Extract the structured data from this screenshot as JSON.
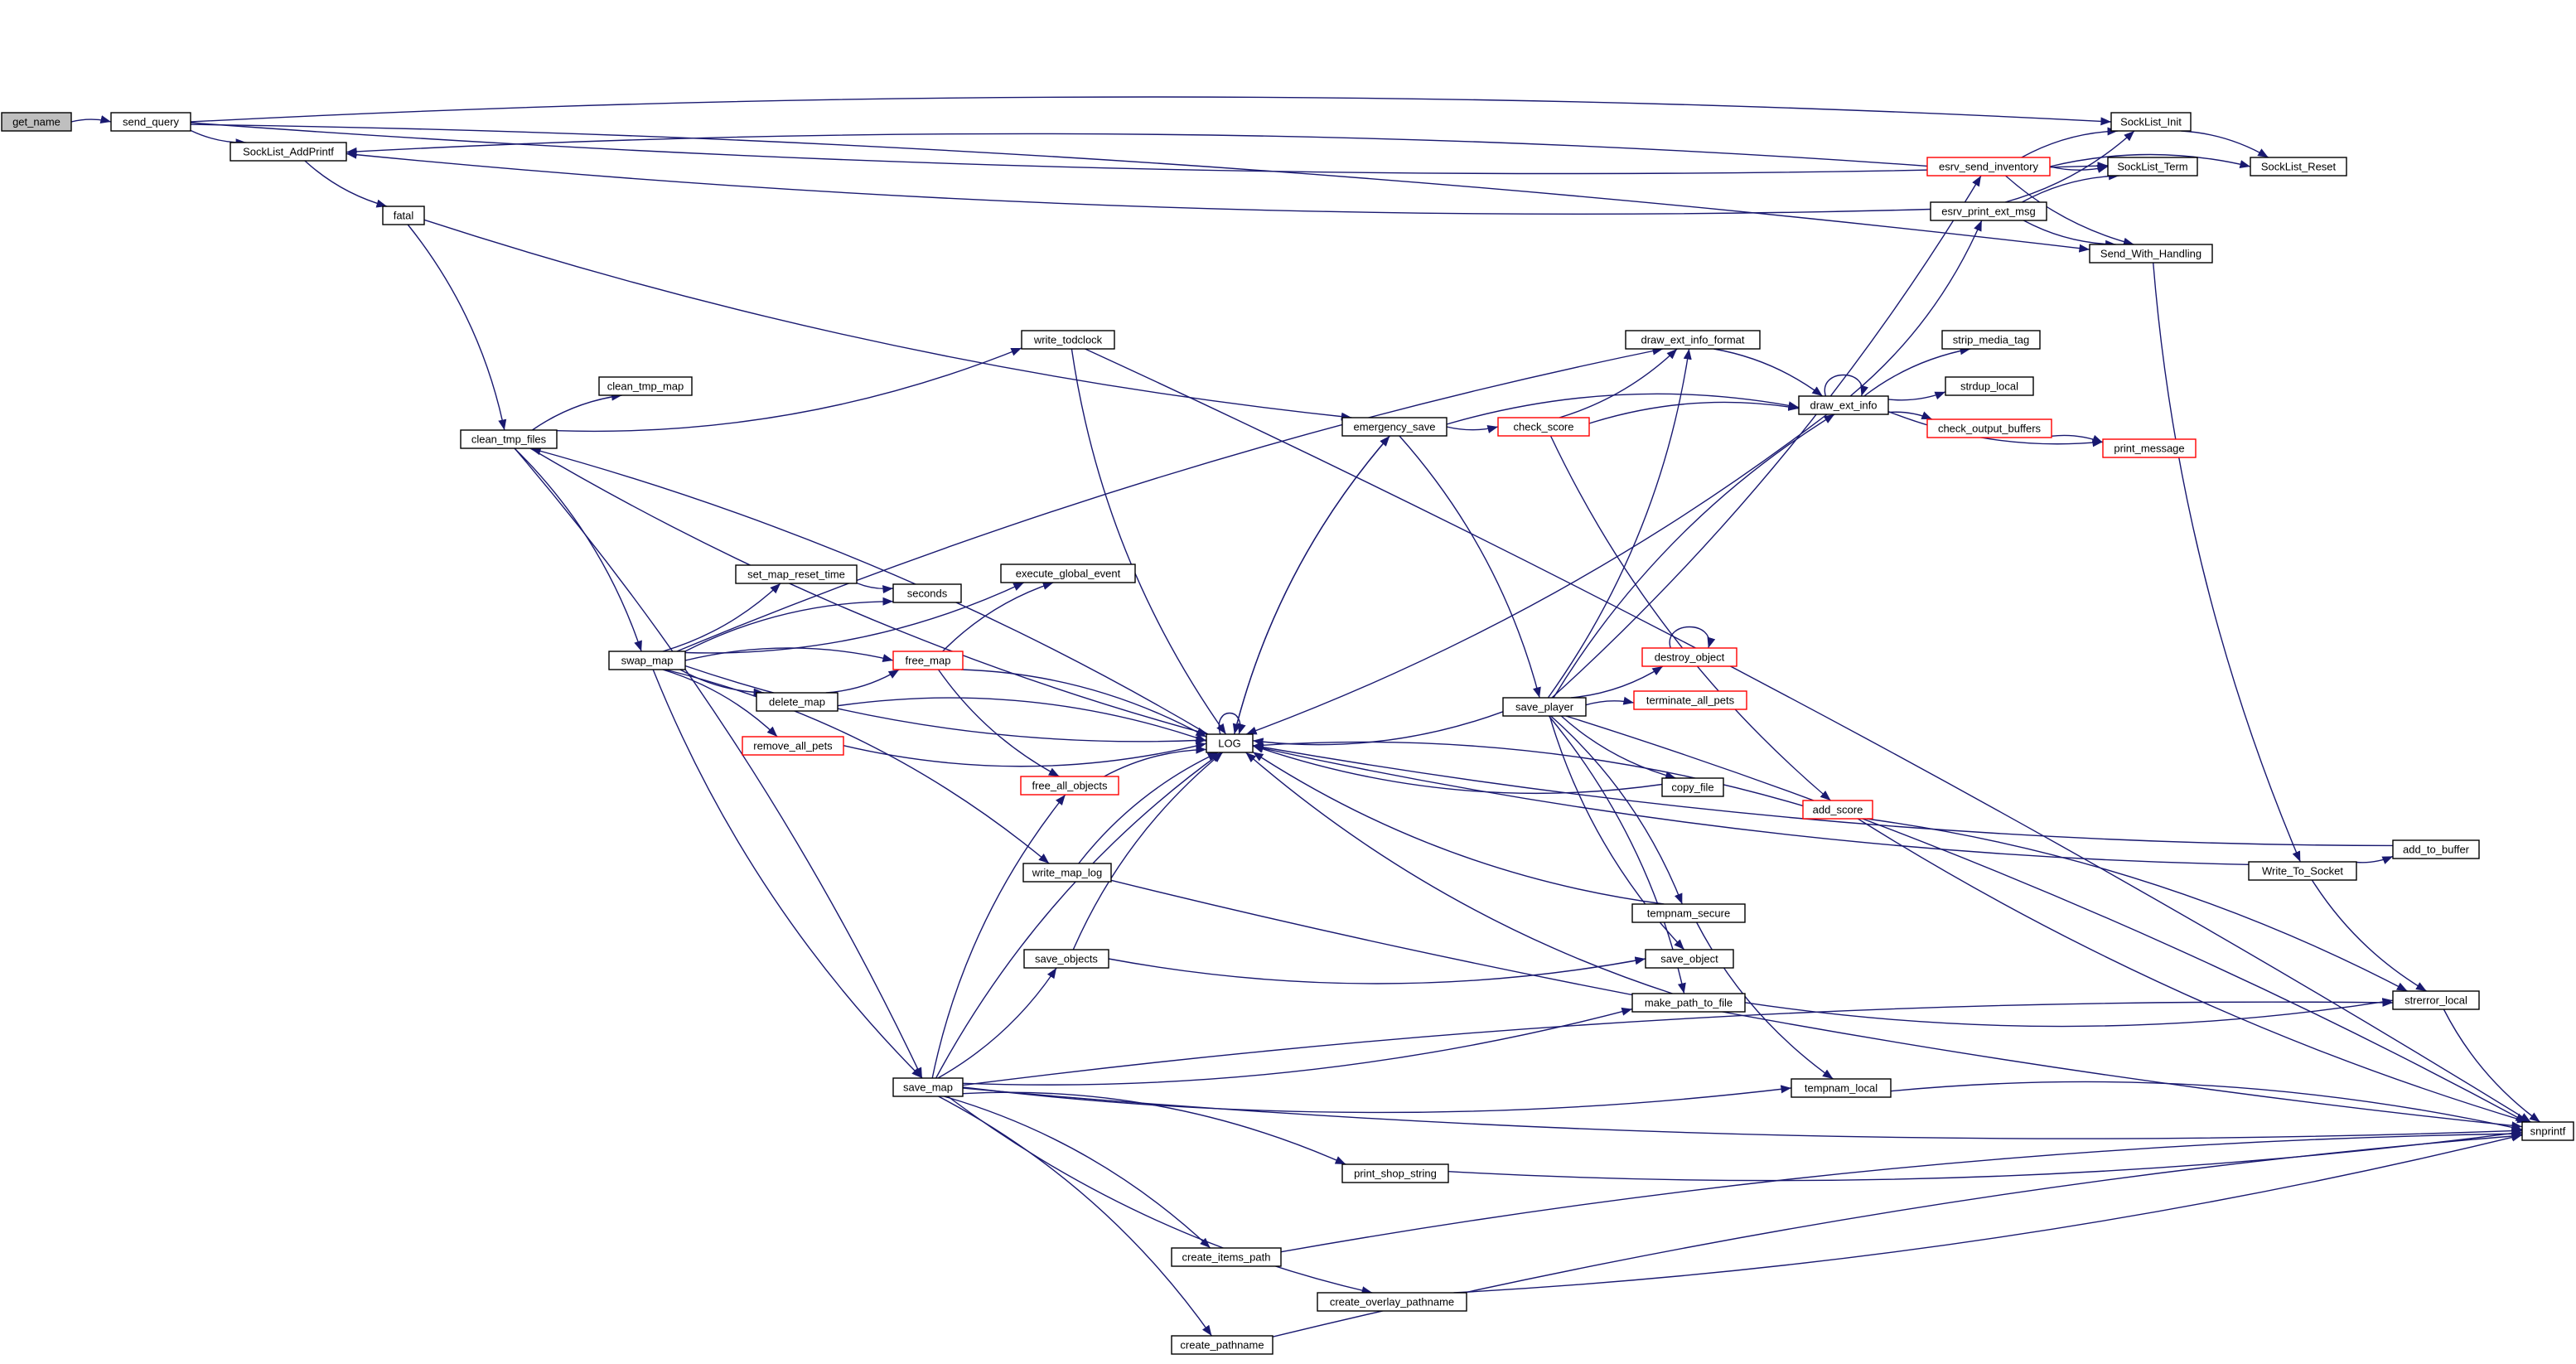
{
  "graph": {
    "title": "",
    "colors": {
      "edge": "#191970",
      "node_border": "#000000",
      "truncated_border": "#ff0000",
      "root_fill": "#bfbfbf",
      "node_fill": "#ffffff"
    },
    "nodes": [
      {
        "id": "get_name",
        "label": "get_name",
        "style": "root"
      },
      {
        "id": "send_query",
        "label": "send_query",
        "style": "normal"
      },
      {
        "id": "SockList_AddPrintf",
        "label": "SockList_AddPrintf",
        "style": "normal"
      },
      {
        "id": "fatal",
        "label": "fatal",
        "style": "normal"
      },
      {
        "id": "clean_tmp_files",
        "label": "clean_tmp_files",
        "style": "normal"
      },
      {
        "id": "clean_tmp_map",
        "label": "clean_tmp_map",
        "style": "normal"
      },
      {
        "id": "write_todclock",
        "label": "write_todclock",
        "style": "normal"
      },
      {
        "id": "swap_map",
        "label": "swap_map",
        "style": "normal"
      },
      {
        "id": "set_map_reset_time",
        "label": "set_map_reset_time",
        "style": "normal"
      },
      {
        "id": "seconds",
        "label": "seconds",
        "style": "normal"
      },
      {
        "id": "execute_global_event",
        "label": "execute_global_event",
        "style": "normal"
      },
      {
        "id": "free_map",
        "label": "free_map",
        "style": "truncated"
      },
      {
        "id": "delete_map",
        "label": "delete_map",
        "style": "normal"
      },
      {
        "id": "remove_all_pets",
        "label": "remove_all_pets",
        "style": "truncated"
      },
      {
        "id": "free_all_objects",
        "label": "free_all_objects",
        "style": "truncated"
      },
      {
        "id": "LOG",
        "label": "LOG",
        "style": "normal"
      },
      {
        "id": "write_map_log",
        "label": "write_map_log",
        "style": "normal"
      },
      {
        "id": "save_objects",
        "label": "save_objects",
        "style": "normal"
      },
      {
        "id": "save_map",
        "label": "save_map",
        "style": "normal"
      },
      {
        "id": "emergency_save",
        "label": "emergency_save",
        "style": "normal"
      },
      {
        "id": "check_score",
        "label": "check_score",
        "style": "truncated"
      },
      {
        "id": "draw_ext_info_format",
        "label": "draw_ext_info_format",
        "style": "normal"
      },
      {
        "id": "draw_ext_info",
        "label": "draw_ext_info",
        "style": "normal"
      },
      {
        "id": "save_player",
        "label": "save_player",
        "style": "normal"
      },
      {
        "id": "destroy_object",
        "label": "destroy_object",
        "style": "truncated"
      },
      {
        "id": "terminate_all_pets",
        "label": "terminate_all_pets",
        "style": "truncated"
      },
      {
        "id": "copy_file",
        "label": "copy_file",
        "style": "normal"
      },
      {
        "id": "add_score",
        "label": "add_score",
        "style": "truncated"
      },
      {
        "id": "tempnam_secure",
        "label": "tempnam_secure",
        "style": "normal"
      },
      {
        "id": "save_object",
        "label": "save_object",
        "style": "normal"
      },
      {
        "id": "make_path_to_file",
        "label": "make_path_to_file",
        "style": "normal"
      },
      {
        "id": "tempnam_local",
        "label": "tempnam_local",
        "style": "normal"
      },
      {
        "id": "print_shop_string",
        "label": "print_shop_string",
        "style": "normal"
      },
      {
        "id": "create_items_path",
        "label": "create_items_path",
        "style": "normal"
      },
      {
        "id": "create_overlay_pathname",
        "label": "create_overlay_pathname",
        "style": "normal"
      },
      {
        "id": "create_pathname",
        "label": "create_pathname",
        "style": "normal"
      },
      {
        "id": "esrv_send_inventory",
        "label": "esrv_send_inventory",
        "style": "truncated"
      },
      {
        "id": "esrv_print_ext_msg",
        "label": "esrv_print_ext_msg",
        "style": "normal"
      },
      {
        "id": "SockList_Init",
        "label": "SockList_Init",
        "style": "normal"
      },
      {
        "id": "SockList_Term",
        "label": "SockList_Term",
        "style": "normal"
      },
      {
        "id": "SockList_Reset",
        "label": "SockList_Reset",
        "style": "normal"
      },
      {
        "id": "Send_With_Handling",
        "label": "Send_With_Handling",
        "style": "normal"
      },
      {
        "id": "strip_media_tag",
        "label": "strip_media_tag",
        "style": "normal"
      },
      {
        "id": "strdup_local",
        "label": "strdup_local",
        "style": "normal"
      },
      {
        "id": "check_output_buffers",
        "label": "check_output_buffers",
        "style": "truncated"
      },
      {
        "id": "print_message",
        "label": "print_message",
        "style": "truncated"
      },
      {
        "id": "Write_To_Socket",
        "label": "Write_To_Socket",
        "style": "normal"
      },
      {
        "id": "add_to_buffer",
        "label": "add_to_buffer",
        "style": "normal"
      },
      {
        "id": "strerror_local",
        "label": "strerror_local",
        "style": "normal"
      },
      {
        "id": "snprintf",
        "label": "snprintf",
        "style": "normal"
      }
    ],
    "edges": [
      [
        "get_name",
        "send_query"
      ],
      [
        "send_query",
        "SockList_AddPrintf"
      ],
      [
        "send_query",
        "SockList_Init"
      ],
      [
        "send_query",
        "SockList_Term"
      ],
      [
        "send_query",
        "Send_With_Handling"
      ],
      [
        "SockList_AddPrintf",
        "fatal"
      ],
      [
        "fatal",
        "clean_tmp_files"
      ],
      [
        "fatal",
        "emergency_save"
      ],
      [
        "clean_tmp_files",
        "clean_tmp_map"
      ],
      [
        "clean_tmp_files",
        "write_todclock"
      ],
      [
        "clean_tmp_files",
        "swap_map"
      ],
      [
        "clean_tmp_files",
        "LOG"
      ],
      [
        "clean_tmp_files",
        "save_map"
      ],
      [
        "write_todclock",
        "LOG"
      ],
      [
        "write_todclock",
        "snprintf"
      ],
      [
        "swap_map",
        "set_map_reset_time"
      ],
      [
        "swap_map",
        "seconds"
      ],
      [
        "swap_map",
        "execute_global_event"
      ],
      [
        "swap_map",
        "free_map"
      ],
      [
        "swap_map",
        "delete_map"
      ],
      [
        "swap_map",
        "remove_all_pets"
      ],
      [
        "swap_map",
        "LOG"
      ],
      [
        "swap_map",
        "write_map_log"
      ],
      [
        "swap_map",
        "save_map"
      ],
      [
        "swap_map",
        "draw_ext_info_format"
      ],
      [
        "set_map_reset_time",
        "seconds"
      ],
      [
        "free_map",
        "execute_global_event"
      ],
      [
        "free_map",
        "free_all_objects"
      ],
      [
        "free_map",
        "LOG"
      ],
      [
        "delete_map",
        "free_map"
      ],
      [
        "delete_map",
        "LOG"
      ],
      [
        "remove_all_pets",
        "LOG"
      ],
      [
        "free_all_objects",
        "LOG"
      ],
      [
        "LOG",
        "clean_tmp_files"
      ],
      [
        "LOG",
        "emergency_save"
      ],
      [
        "LOG",
        "LOG"
      ],
      [
        "write_map_log",
        "LOG"
      ],
      [
        "write_map_log",
        "snprintf"
      ],
      [
        "save_objects",
        "LOG"
      ],
      [
        "save_objects",
        "save_object"
      ],
      [
        "save_map",
        "free_all_objects"
      ],
      [
        "save_map",
        "save_objects"
      ],
      [
        "save_map",
        "LOG"
      ],
      [
        "save_map",
        "make_path_to_file"
      ],
      [
        "save_map",
        "strerror_local"
      ],
      [
        "save_map",
        "tempnam_local"
      ],
      [
        "save_map",
        "print_shop_string"
      ],
      [
        "save_map",
        "snprintf"
      ],
      [
        "save_map",
        "create_items_path"
      ],
      [
        "save_map",
        "create_overlay_pathname"
      ],
      [
        "save_map",
        "create_pathname"
      ],
      [
        "emergency_save",
        "check_score"
      ],
      [
        "emergency_save",
        "save_player"
      ],
      [
        "emergency_save",
        "LOG"
      ],
      [
        "emergency_save",
        "draw_ext_info"
      ],
      [
        "check_score",
        "draw_ext_info_format"
      ],
      [
        "check_score",
        "draw_ext_info"
      ],
      [
        "check_score",
        "add_score"
      ],
      [
        "draw_ext_info_format",
        "draw_ext_info"
      ],
      [
        "draw_ext_info",
        "draw_ext_info"
      ],
      [
        "draw_ext_info",
        "LOG"
      ],
      [
        "draw_ext_info",
        "esrv_print_ext_msg"
      ],
      [
        "draw_ext_info",
        "strip_media_tag"
      ],
      [
        "draw_ext_info",
        "strdup_local"
      ],
      [
        "draw_ext_info",
        "check_output_buffers"
      ],
      [
        "draw_ext_info",
        "print_message"
      ],
      [
        "save_player",
        "LOG"
      ],
      [
        "save_player",
        "destroy_object"
      ],
      [
        "save_player",
        "terminate_all_pets"
      ],
      [
        "save_player",
        "copy_file"
      ],
      [
        "save_player",
        "tempnam_secure"
      ],
      [
        "save_player",
        "save_object"
      ],
      [
        "save_player",
        "make_path_to_file"
      ],
      [
        "save_player",
        "draw_ext_info_format"
      ],
      [
        "save_player",
        "draw_ext_info"
      ],
      [
        "save_player",
        "esrv_send_inventory"
      ],
      [
        "save_player",
        "snprintf"
      ],
      [
        "destroy_object",
        "destroy_object"
      ],
      [
        "copy_file",
        "LOG"
      ],
      [
        "add_score",
        "LOG"
      ],
      [
        "add_score",
        "strerror_local"
      ],
      [
        "add_score",
        "snprintf"
      ],
      [
        "tempnam_secure",
        "LOG"
      ],
      [
        "tempnam_secure",
        "tempnam_local"
      ],
      [
        "make_path_to_file",
        "LOG"
      ],
      [
        "make_path_to_file",
        "strerror_local"
      ],
      [
        "tempnam_local",
        "snprintf"
      ],
      [
        "print_shop_string",
        "snprintf"
      ],
      [
        "create_items_path",
        "snprintf"
      ],
      [
        "create_overlay_pathname",
        "snprintf"
      ],
      [
        "create_pathname",
        "snprintf"
      ],
      [
        "esrv_send_inventory",
        "SockList_AddPrintf"
      ],
      [
        "esrv_send_inventory",
        "SockList_Init"
      ],
      [
        "esrv_send_inventory",
        "SockList_Term"
      ],
      [
        "esrv_send_inventory",
        "SockList_Reset"
      ],
      [
        "esrv_send_inventory",
        "Send_With_Handling"
      ],
      [
        "esrv_print_ext_msg",
        "SockList_AddPrintf"
      ],
      [
        "esrv_print_ext_msg",
        "SockList_Init"
      ],
      [
        "esrv_print_ext_msg",
        "SockList_Term"
      ],
      [
        "esrv_print_ext_msg",
        "Send_With_Handling"
      ],
      [
        "SockList_Init",
        "SockList_Reset"
      ],
      [
        "Send_With_Handling",
        "Write_To_Socket"
      ],
      [
        "check_output_buffers",
        "print_message"
      ],
      [
        "Write_To_Socket",
        "add_to_buffer"
      ],
      [
        "Write_To_Socket",
        "LOG"
      ],
      [
        "Write_To_Socket",
        "strerror_local"
      ],
      [
        "add_to_buffer",
        "LOG"
      ],
      [
        "strerror_local",
        "snprintf"
      ]
    ]
  }
}
